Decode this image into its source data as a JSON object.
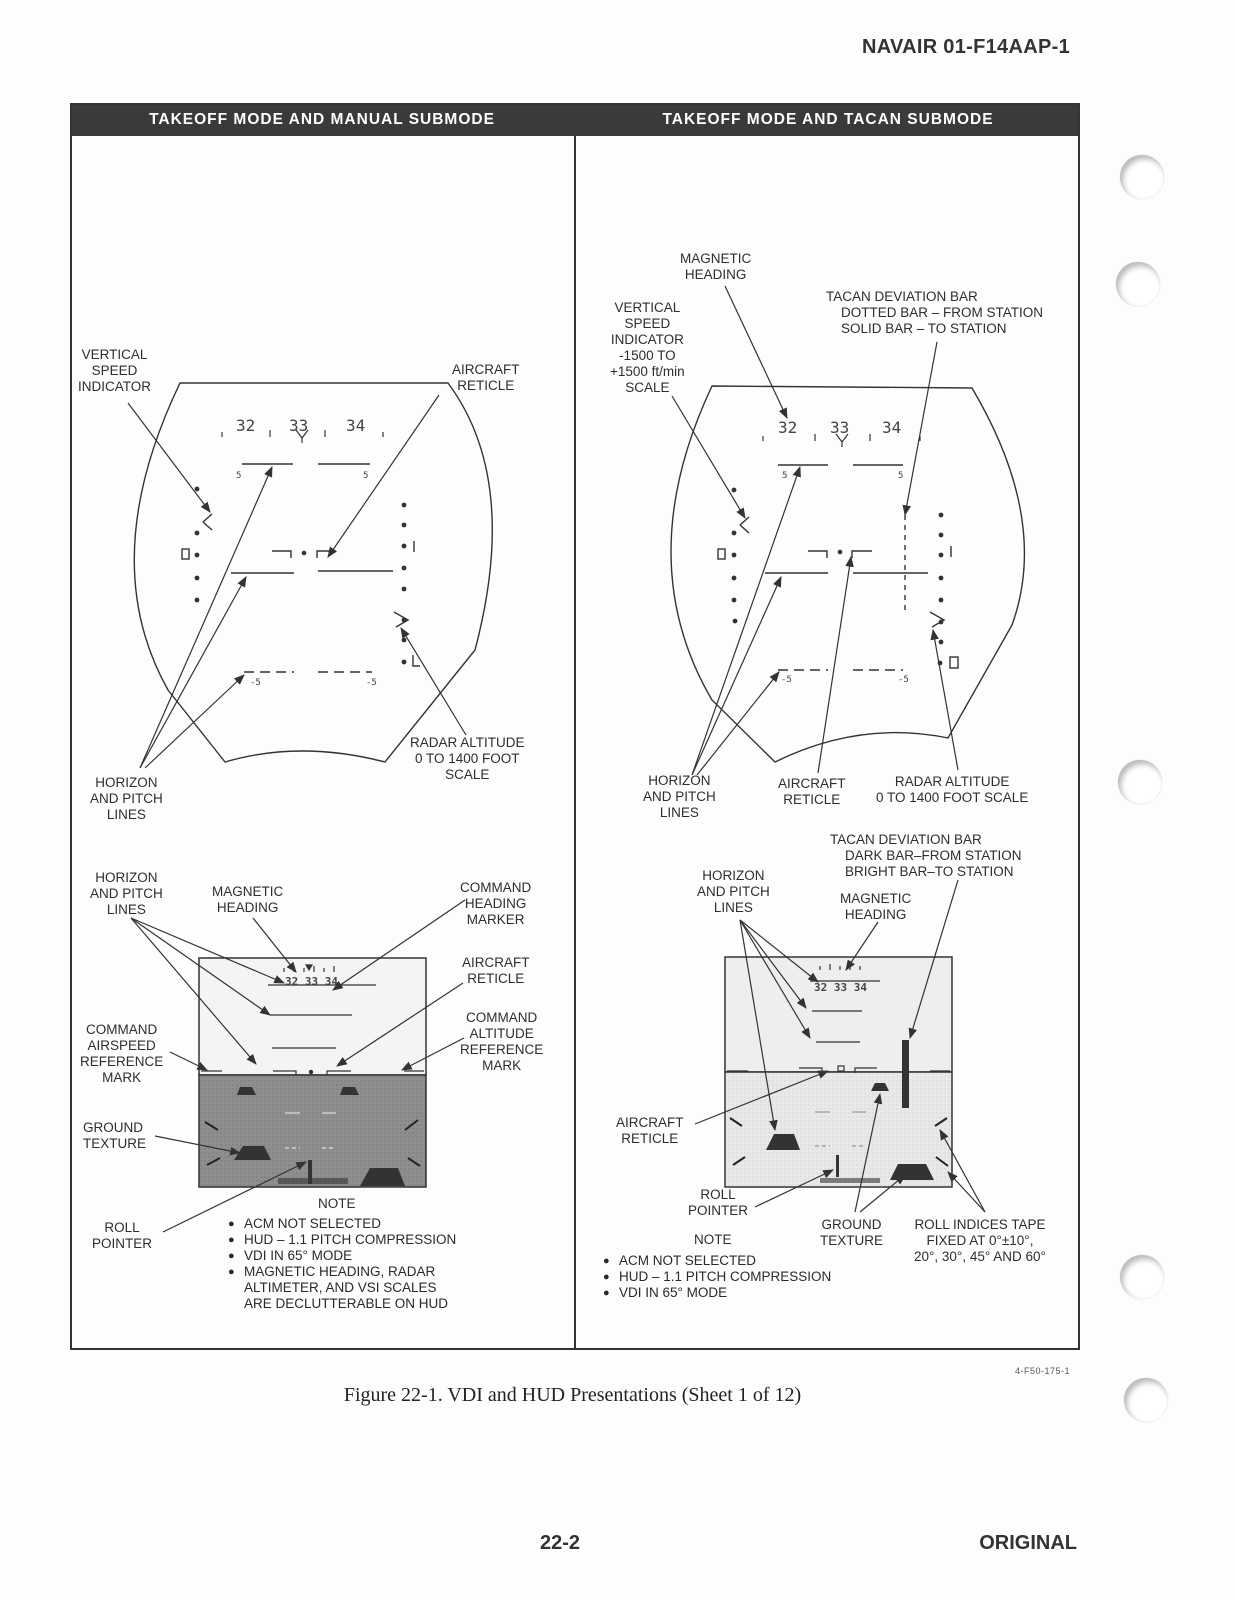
{
  "doc_id": "NAVAIR 01-F14AAP-1",
  "panels": {
    "left": {
      "title": "TAKEOFF MODE AND MANUAL SUBMODE",
      "vdi_labels": {
        "vsi": "VERTICAL\nSPEED\nINDICATOR",
        "reticle": "AIRCRAFT\nRETICLE",
        "radar_alt": "RADAR ALTITUDE\n0 TO 1400 FOOT\nSCALE",
        "horizon": "HORIZON\nAND PITCH\nLINES"
      },
      "vdi_scale": {
        "headings": [
          "32",
          "33",
          "34"
        ],
        "pitch_up": "5",
        "pitch_down": "-5"
      },
      "hud_labels": {
        "horizon": "HORIZON\nAND PITCH\nLINES",
        "mag_heading": "MAGNETIC\nHEADING",
        "cmd_heading": "COMMAND\nHEADING\nMARKER",
        "reticle": "AIRCRAFT\nRETICLE",
        "cmd_altitude": "COMMAND\nALTITUDE\nREFERENCE\nMARK",
        "cmd_airspeed": "COMMAND\nAIRSPEED\nREFERENCE\nMARK",
        "ground": "GROUND\nTEXTURE",
        "roll": "ROLL\nPOINTER"
      },
      "hud_heading": "32 33 34",
      "note_title": "NOTE",
      "notes": [
        "ACM NOT SELECTED",
        "HUD – 1.1 PITCH COMPRESSION",
        "VDI IN 65° MODE",
        "MAGNETIC HEADING, RADAR\nALTIMETER, AND VSI SCALES\nARE DECLUTTERABLE ON HUD"
      ]
    },
    "right": {
      "title": "TAKEOFF MODE AND TACAN SUBMODE",
      "vdi_labels": {
        "mag_heading": "MAGNETIC\nHEADING",
        "vsi": "VERTICAL\nSPEED\nINDICATOR\n-1500 TO\n+1500 ft/min\nSCALE",
        "tacan": "TACAN DEVIATION BAR\n    DOTTED BAR – FROM STATION\n    SOLID BAR – TO STATION",
        "horizon": "HORIZON\nAND PITCH\nLINES",
        "reticle": "AIRCRAFT\nRETICLE",
        "radar_alt": "RADAR ALTITUDE\n0 TO 1400 FOOT SCALE"
      },
      "vdi_scale": {
        "headings": [
          "32",
          "33",
          "34"
        ],
        "pitch_up": "5",
        "pitch_down": "-5"
      },
      "hud_labels": {
        "tacan": "TACAN DEVIATION BAR\n    DARK BAR–FROM STATION\n    BRIGHT BAR–TO STATION",
        "horizon": "HORIZON\nAND PITCH\nLINES",
        "mag_heading": "MAGNETIC\nHEADING",
        "reticle": "AIRCRAFT\nRETICLE",
        "roll": "ROLL\nPOINTER",
        "ground": "GROUND\nTEXTURE",
        "roll_tape": "ROLL INDICES TAPE\nFIXED AT 0°±10°,\n20°, 30°, 45° AND 60°"
      },
      "hud_heading": "32 33 34",
      "note_title": "NOTE",
      "notes": [
        "ACM NOT SELECTED",
        "HUD – 1.1 PITCH COMPRESSION",
        "VDI IN 65° MODE"
      ]
    }
  },
  "figure_id": "4-F50-175-1",
  "caption": "Figure 22-1.  VDI and HUD Presentations (Sheet 1 of 12)",
  "page_number": "22-2",
  "footer_right": "ORIGINAL"
}
